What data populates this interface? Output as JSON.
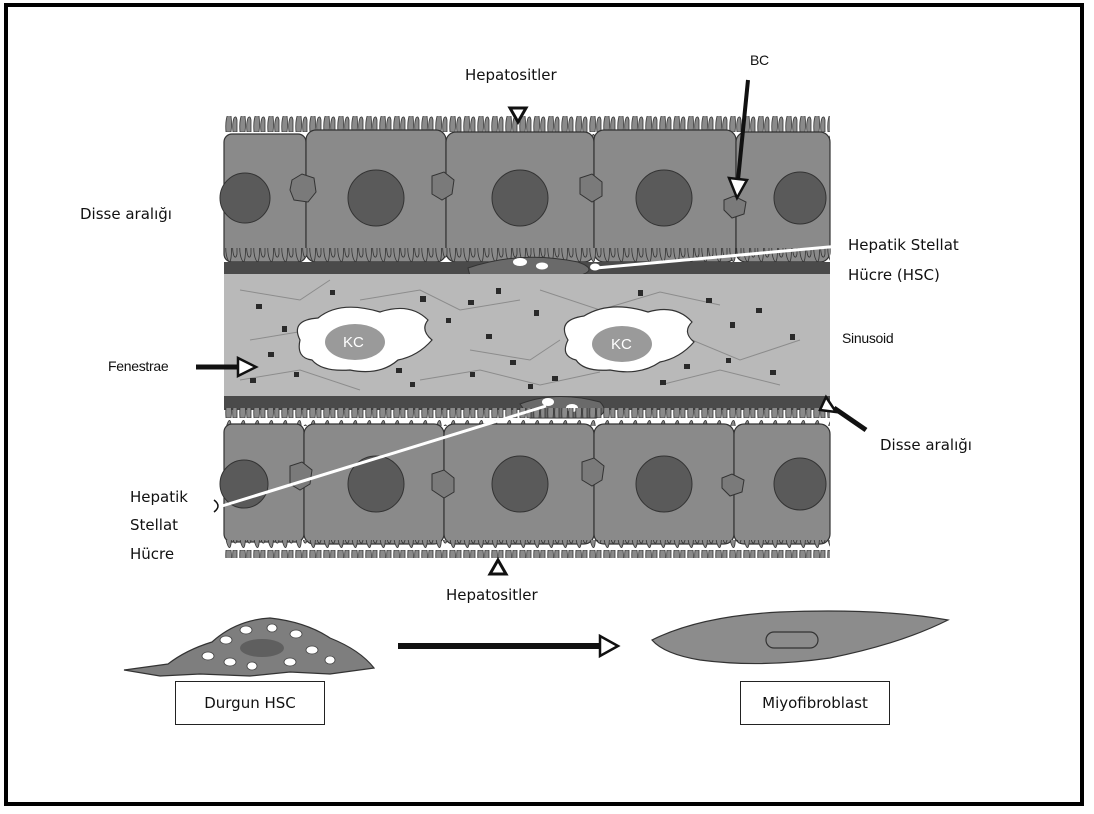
{
  "labels": {
    "hepatocytes_top": "Hepatositler",
    "hepatocytes_bottom": "Hepatositler",
    "bc": "BC",
    "disse_left": "Disse aralığı",
    "disse_right": "Disse aralığı",
    "hsc_top_line1": "Hepatik Stellat",
    "hsc_top_line2": "Hücre (HSC)",
    "sinusoid": "Sinusoid",
    "fenestrae": "Fenestrae",
    "hsc_bottom_line1": "Hepatik",
    "hsc_bottom_line2": "Stellat",
    "hsc_bottom_line3": "Hücre",
    "kc_left": "KC",
    "kc_right": "KC"
  },
  "boxes": {
    "quiescent": "Durgun HSC",
    "myofibroblast": "Miyofibroblast"
  },
  "colors": {
    "hepatocyte": "#8a8a8a",
    "nucleus": "#5a5a5a",
    "sinusoid": "#b9b9b9",
    "membrane": "#3e3e3e",
    "arrow": "#1a1a1a"
  }
}
